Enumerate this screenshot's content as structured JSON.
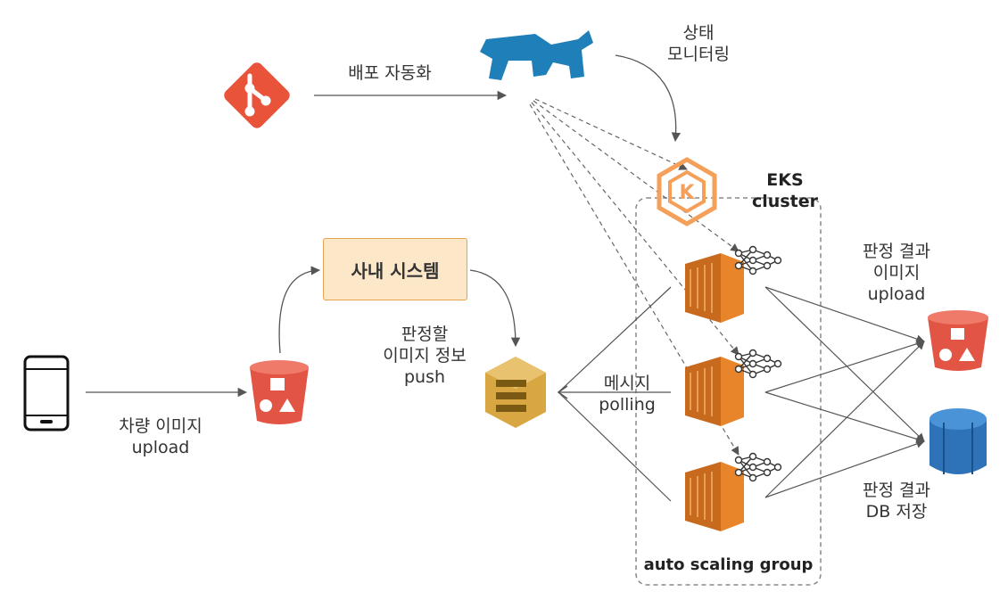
{
  "labels": {
    "deploy_automation": "배포 자동화",
    "status_monitoring": "상태\n모니터링",
    "eks_cluster": "EKS cluster",
    "inhouse_system": "사내 시스템",
    "judge_image_info_push": "판정할\n이미지 정보\npush",
    "message_polling": "메시지\npolling",
    "vehicle_image_upload": "차량 이미지\nupload",
    "judge_result_image_upload": "판정 결과\n이미지\nupload",
    "judge_result_db_save": "판정 결과\nDB 저장",
    "auto_scaling_group": "auto scaling group"
  },
  "icons": {
    "git": "git-icon",
    "rancher": "rancher-icon",
    "kubernetes": "eks-kubernetes-icon",
    "phone": "smartphone-icon",
    "s3_input": "s3-bucket-icon",
    "sqs": "sqs-queue-icon",
    "ec2": "ec2-instance-icon",
    "neural_net": "neural-network-icon",
    "s3_output": "s3-bucket-icon",
    "database": "database-icon"
  },
  "colors": {
    "git": "#e8533a",
    "rancher": "#1f7fb8",
    "kubernetes": "#f5a05a",
    "s3": "#e25444",
    "sqs": "#d9a741",
    "ec2": "#e8852a",
    "database": "#2e73b8",
    "box_fill": "#fde7c9",
    "box_border": "#e6a24c"
  }
}
